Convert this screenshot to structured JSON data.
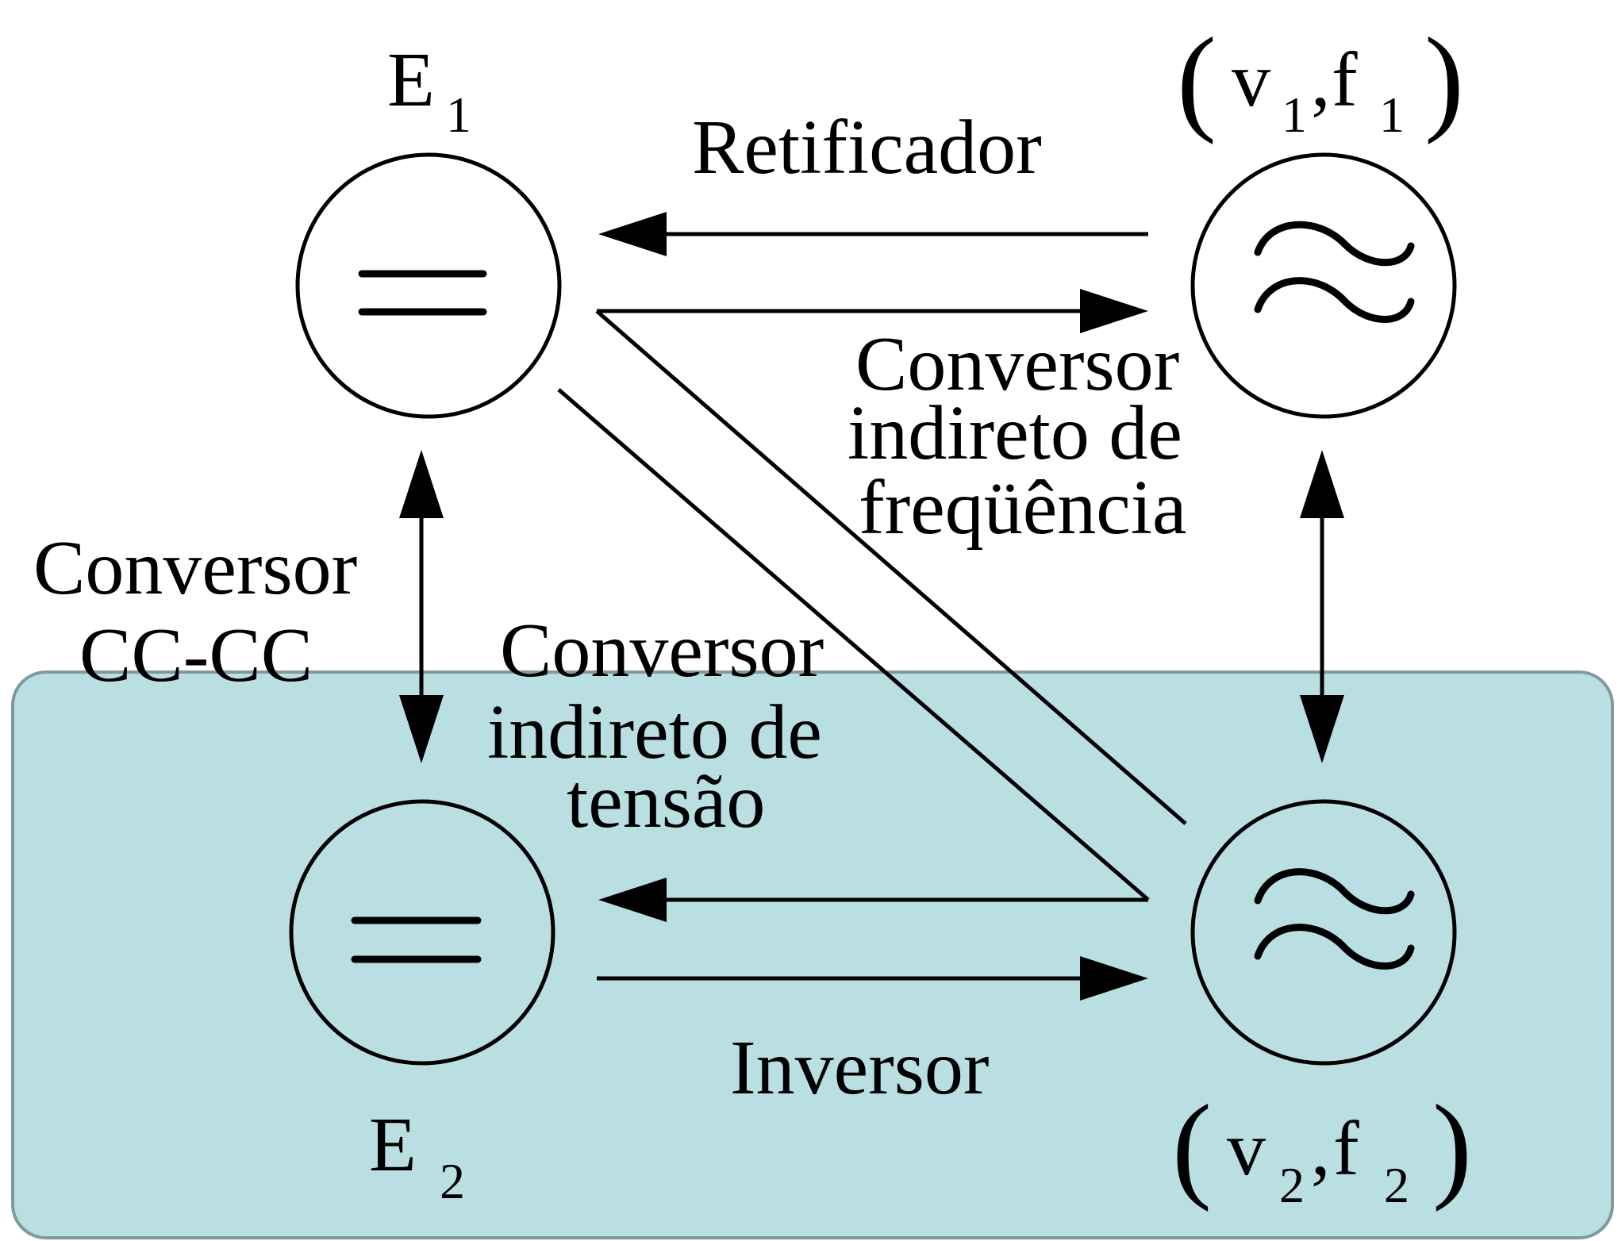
{
  "colors": {
    "highlight_fill": "#b9dfe3",
    "highlight_stroke": "#7f999c",
    "line": "#000000"
  },
  "nodes": {
    "e1": {
      "main": "E",
      "sub": "1",
      "symbol": "dc-source-icon"
    },
    "e2": {
      "main": "E",
      "sub": "2",
      "symbol": "dc-source-icon"
    },
    "ac1": {
      "open": "(",
      "v": "v",
      "v_sub": "1",
      "comma": ",",
      "f": "f",
      "f_sub": "1",
      "close": ")",
      "symbol": "ac-source-icon"
    },
    "ac2": {
      "open": "(",
      "v": "v",
      "v_sub": "2",
      "comma": ",",
      "f": "f",
      "f_sub": "2",
      "close": ")",
      "symbol": "ac-source-icon"
    }
  },
  "converters": {
    "rectifier": "Retificador",
    "inverter": "Inversor",
    "dcdc": {
      "line1": "Conversor",
      "line2": "CC-CC"
    },
    "indirect_frequency": {
      "line1": "Conversor",
      "line2": "indireto de",
      "line3": "freqüência"
    },
    "indirect_voltage": {
      "line1": "Conversor",
      "line2": "indireto de",
      "line3": "tensão"
    }
  }
}
